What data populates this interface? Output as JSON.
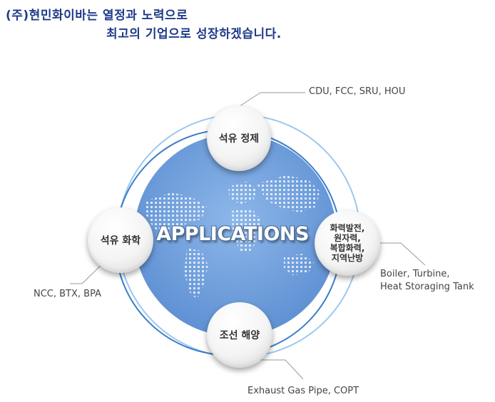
{
  "headline": {
    "line1": "(주)현민화이바는 열정과 노력으로",
    "line2": "최고의 기업으로 성장하겠습니다."
  },
  "center_title": "APPLICATIONS",
  "nodes": {
    "refining": {
      "title": "석유 정제",
      "label": "CDU, FCC, SRU, HOU"
    },
    "petrochemical": {
      "title": "석유 화학",
      "label": "NCC, BTX, BPA"
    },
    "power": {
      "title_lines": [
        "화력발전,",
        "원자력,",
        "복합화력,",
        "지역난방"
      ],
      "label_lines": [
        "Boiler, Turbine,",
        "Heat Storaging Tank"
      ]
    },
    "marine": {
      "title": "조선 해양",
      "label": "Exhaust Gas Pipe, COPT"
    }
  },
  "colors": {
    "headline": "#1f3a8a",
    "disc_fill": "#6f9fdc",
    "ring_outer": "#9cc8ef",
    "ring_inner": "#3a7fc9",
    "leader": "#999999"
  }
}
